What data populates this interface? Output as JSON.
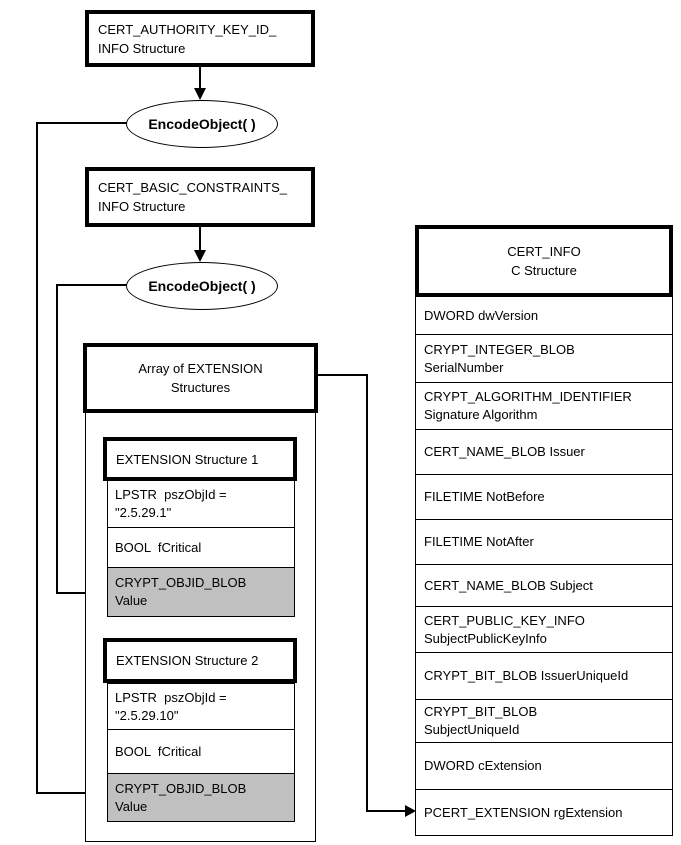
{
  "colors": {
    "line": "#000000",
    "background": "#ffffff",
    "value_fill": "#c0c0c0"
  },
  "flow": {
    "authority_box": {
      "line1": "CERT_AUTHORITY_KEY_ID_",
      "line2": "INFO Structure"
    },
    "encode1_label": "EncodeObject( )",
    "basic_constraints_box": {
      "line1": "CERT_BASIC_CONSTRAINTS_",
      "line2": "INFO Structure"
    },
    "encode2_label": "EncodeObject( )"
  },
  "array_box": {
    "line1": "Array of EXTENSION",
    "line2": "Structures"
  },
  "extension1": {
    "title": "EXTENSION Structure 1",
    "rows": [
      {
        "line1": "LPSTR  pszObjId =",
        "line2": "\"2.5.29.1\""
      },
      {
        "line1": "BOOL  fCritical"
      },
      {
        "line1": "CRYPT_OBJID_BLOB",
        "line2": "Value"
      }
    ]
  },
  "extension2": {
    "title": "EXTENSION Structure 2",
    "rows": [
      {
        "line1": "LPSTR  pszObjId =",
        "line2": "\"2.5.29.10\""
      },
      {
        "line1": "BOOL  fCritical"
      },
      {
        "line1": "CRYPT_OBJID_BLOB",
        "line2": "Value"
      }
    ]
  },
  "cert_info": {
    "title_line1": "CERT_INFO",
    "title_line2": "C Structure",
    "rows": [
      {
        "line1": "DWORD dwVersion"
      },
      {
        "line1": "CRYPT_INTEGER_BLOB",
        "line2": "SerialNumber"
      },
      {
        "line1": "CRYPT_ALGORITHM_IDENTIFIER",
        "line2": "Signature Algorithm"
      },
      {
        "line1": "CERT_NAME_BLOB Issuer"
      },
      {
        "line1": "FILETIME NotBefore"
      },
      {
        "line1": "FILETIME NotAfter"
      },
      {
        "line1": "CERT_NAME_BLOB Subject"
      },
      {
        "line1": "CERT_PUBLIC_KEY_INFO",
        "line2": "SubjectPublicKeyInfo"
      },
      {
        "line1": "CRYPT_BIT_BLOB IssuerUniqueId"
      },
      {
        "line1": "CRYPT_BIT_BLOB",
        "line2": "SubjectUniqueId"
      },
      {
        "line1": "DWORD cExtension"
      },
      {
        "line1": "PCERT_EXTENSION rgExtension"
      }
    ]
  }
}
